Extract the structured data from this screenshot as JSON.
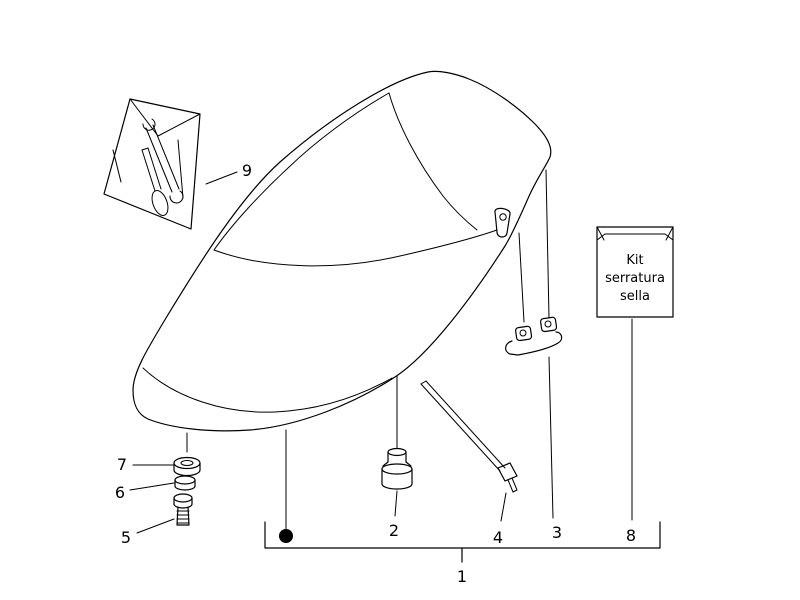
{
  "labels": {
    "part1": "1",
    "part2": "2",
    "part3": "3",
    "part4": "4",
    "part5": "5",
    "part6": "6",
    "part7": "7",
    "part8": "8",
    "part9": "9"
  },
  "kit": {
    "line1": "Kit",
    "line2": "serratura",
    "line3": "sella"
  },
  "colors": {
    "line": "#000000",
    "background": "#ffffff"
  }
}
